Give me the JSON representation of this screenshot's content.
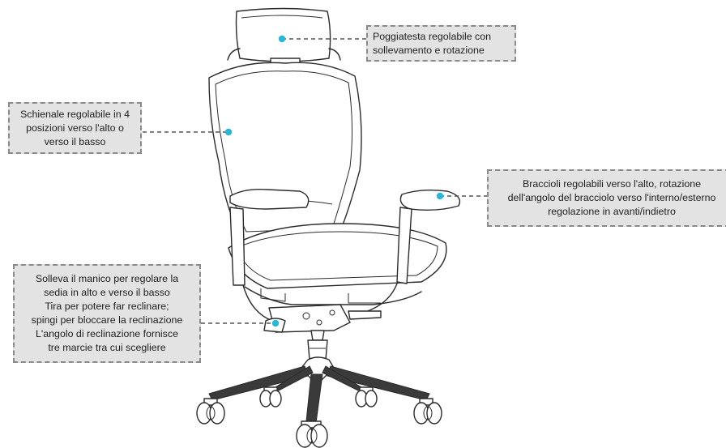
{
  "callouts": {
    "headrest": {
      "lines": [
        "Poggiatesta regolabile con",
        "sollevamento e rotazione"
      ]
    },
    "backrest": {
      "lines": [
        "Schienale regolabile in 4",
        "posizioni verso l'alto o",
        "verso il basso"
      ]
    },
    "armrests": {
      "lines": [
        "Braccioli regolabili verso l'alto, rotazione",
        "dell'angolo del bracciolo verso l'interno/esterno",
        "regolazione in avanti/indietro"
      ]
    },
    "lift_handle": {
      "lines": [
        "Solleva il manico per regolare la",
        "sedia in alto e verso il basso",
        "Tira per potere far reclinare;",
        "spingi per bloccare la reclinazione",
        "L'angolo di reclinazione fornisce",
        "tre marcie tra cui scegliere"
      ]
    }
  },
  "colors": {
    "marker_dot": "#27b8d8",
    "callout_fill": "#e3e3e3",
    "callout_border": "#8a8a8a",
    "line_art": "#2b2b2b"
  }
}
